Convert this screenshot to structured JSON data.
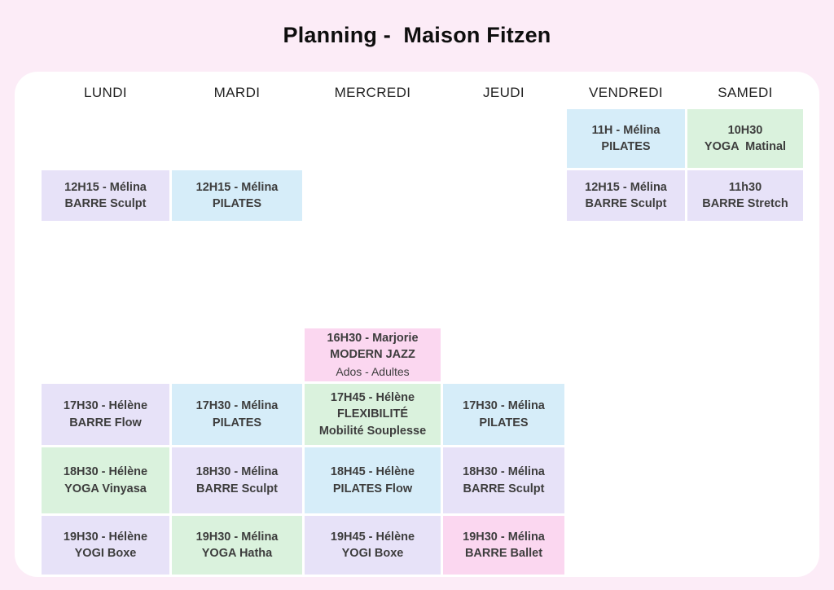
{
  "title": "Planning -  Maison Fitzen",
  "colors": {
    "page-bg": "#fcecf7",
    "card-bg": "#ffffff",
    "header-text": "#222222",
    "text": "#3d3d3d",
    "blue": "#d6edf9",
    "green": "#daf2dd",
    "lavender": "#e7e2f8",
    "pink": "#fbd7f0"
  },
  "days": [
    "LUNDI",
    "MARDI",
    "MERCREDI",
    "JEUDI",
    "VENDREDI",
    "SAMEDI"
  ],
  "schedule": {
    "row1": {
      "vendredi": {
        "lines": [
          "11H - Mélina",
          "PILATES"
        ],
        "color": "blue"
      },
      "samedi": {
        "lines": [
          "10H30",
          "YOGA  Matinal"
        ],
        "color": "green"
      }
    },
    "row2": {
      "lundi": {
        "lines": [
          "12H15 - Mélina",
          "BARRE Sculpt"
        ],
        "color": "lavender"
      },
      "mardi": {
        "lines": [
          "12H15 - Mélina",
          "PILATES"
        ],
        "color": "blue"
      },
      "vendredi": {
        "lines": [
          "12H15 - Mélina",
          "BARRE Sculpt"
        ],
        "color": "lavender"
      },
      "samedi": {
        "lines": [
          "11h30",
          "BARRE Stretch"
        ],
        "color": "lavender"
      }
    },
    "row3": {
      "mercredi": {
        "lines": [
          "16H30 - Marjorie",
          "MODERN JAZZ",
          "Ados - Adultes"
        ],
        "color": "pink"
      }
    },
    "row4": {
      "lundi": {
        "lines": [
          "17H30 - Hélène",
          "BARRE Flow"
        ],
        "color": "lavender"
      },
      "mardi": {
        "lines": [
          "17H30 - Mélina",
          "PILATES"
        ],
        "color": "blue"
      },
      "mercredi": {
        "lines": [
          "17H45 - Hélène",
          "FLEXIBILITÉ",
          "Mobilité Souplesse"
        ],
        "color": "green"
      },
      "jeudi": {
        "lines": [
          "17H30 - Mélina",
          "PILATES"
        ],
        "color": "blue"
      }
    },
    "row5": {
      "lundi": {
        "lines": [
          "18H30 - Hélène",
          "YOGA Vinyasa"
        ],
        "color": "green"
      },
      "mardi": {
        "lines": [
          "18H30 - Mélina",
          "BARRE Sculpt"
        ],
        "color": "lavender"
      },
      "mercredi": {
        "lines": [
          "18H45 - Hélène",
          "PILATES Flow"
        ],
        "color": "blue"
      },
      "jeudi": {
        "lines": [
          "18H30 - Mélina",
          "BARRE Sculpt"
        ],
        "color": "lavender"
      }
    },
    "row6": {
      "lundi": {
        "lines": [
          "19H30 - Hélène",
          "YOGI Boxe"
        ],
        "color": "lavender"
      },
      "mardi": {
        "lines": [
          "19H30 - Mélina",
          "YOGA Hatha"
        ],
        "color": "green"
      },
      "mercredi": {
        "lines": [
          "19H45 - Hélène",
          "YOGI Boxe"
        ],
        "color": "lavender"
      },
      "jeudi": {
        "lines": [
          "19H30 - Mélina",
          "BARRE Ballet"
        ],
        "color": "pink"
      }
    }
  }
}
